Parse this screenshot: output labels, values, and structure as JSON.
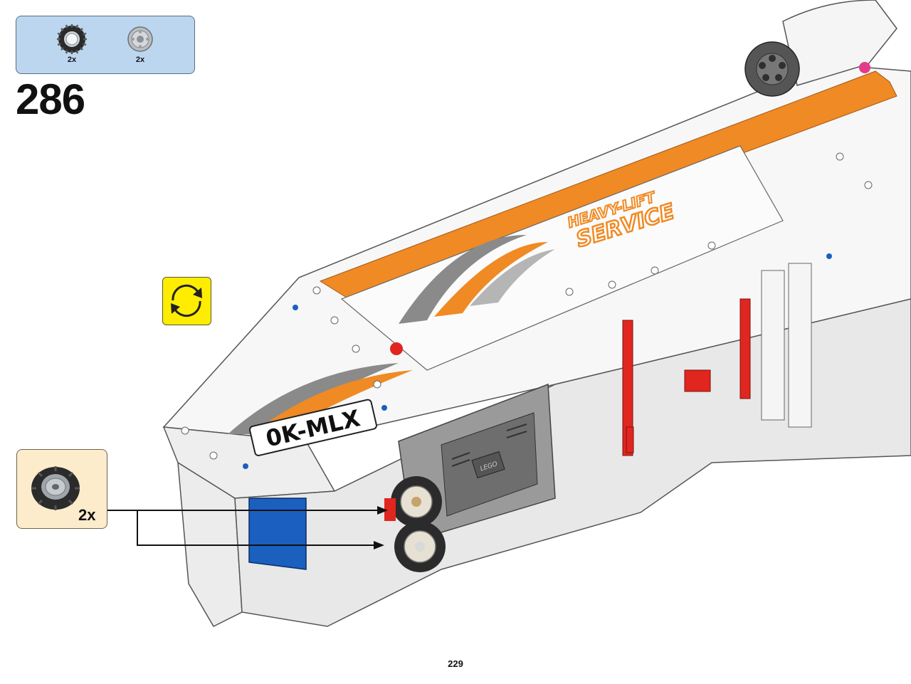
{
  "parts_list": {
    "items": [
      {
        "name": "tire",
        "quantity": "2x"
      },
      {
        "name": "wheel-rim",
        "quantity": "2x"
      }
    ]
  },
  "step": {
    "number": "286"
  },
  "sub_assembly": {
    "quantity": "2x"
  },
  "model": {
    "license_plate": "0K-MLX",
    "decal_line1": "HEAVY-LIFT",
    "decal_line2": "SERVICE",
    "battery_logo": "LEGO"
  },
  "page": {
    "number": "229"
  },
  "colors": {
    "parts_bg": "#bcd6ef",
    "callout_bg": "#fdeccc",
    "rotate_bg": "#ffed00",
    "orange": "#f08a24",
    "red": "#e0261e",
    "blue": "#1b5fbf"
  }
}
